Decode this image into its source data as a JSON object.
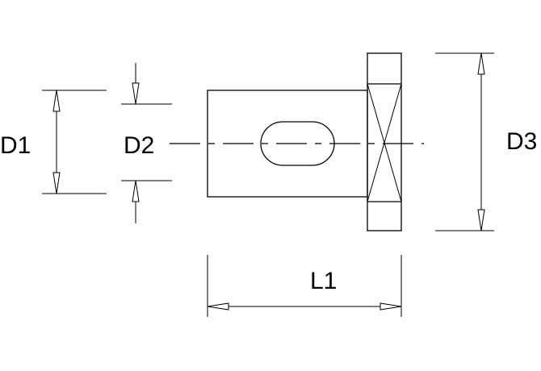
{
  "labels": {
    "d1": "D1",
    "d2": "D2",
    "d3": "D3",
    "l1": "L1"
  },
  "colors": {
    "line": "#000000",
    "background": "#ffffff"
  }
}
